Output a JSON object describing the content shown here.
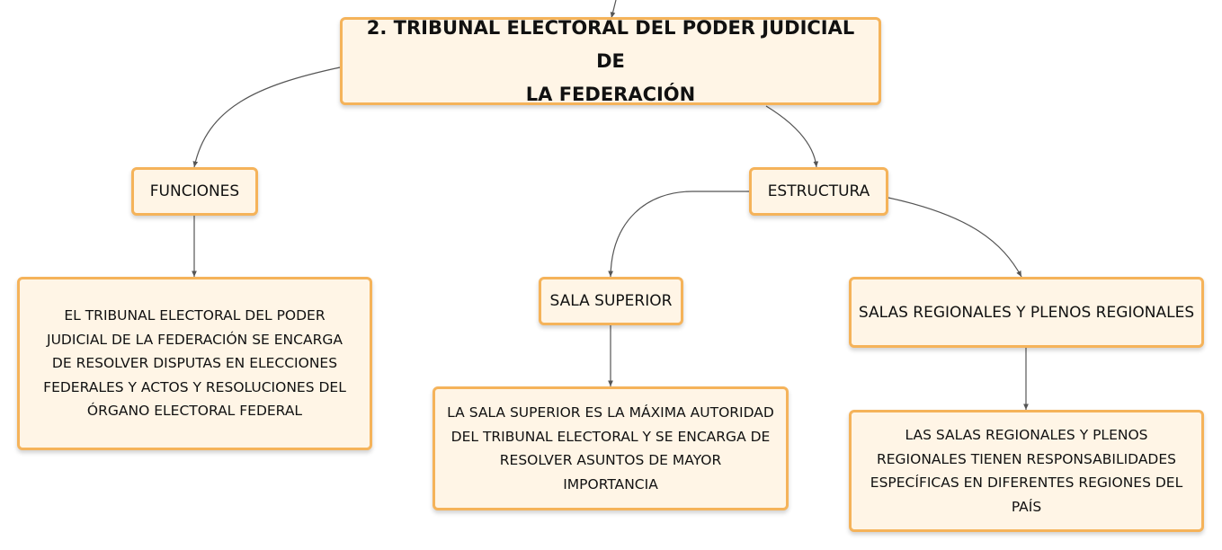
{
  "diagram": {
    "colors": {
      "node_fill": "#fff5e6",
      "node_border": "#f5b35a",
      "connector": "#555555"
    },
    "main": {
      "line1": "2. TRIBUNAL ELECTORAL DEL PODER JUDICIAL DE",
      "line2": "LA FEDERACIÓN"
    },
    "funciones": {
      "label": "FUNCIONES",
      "description_lines": [
        "EL TRIBUNAL ELECTORAL DEL PODER",
        "JUDICIAL DE LA FEDERACIÓN SE ENCARGA",
        "DE RESOLVER DISPUTAS EN ELECCIONES",
        "FEDERALES Y ACTOS Y RESOLUCIONES DEL",
        "ÓRGANO ELECTORAL FEDERAL"
      ]
    },
    "estructura": {
      "label": "ESTRUCTURA",
      "sala_superior": {
        "label": "SALA SUPERIOR",
        "description_lines": [
          "LA SALA SUPERIOR ES LA MÁXIMA AUTORIDAD",
          "DEL TRIBUNAL ELECTORAL Y SE ENCARGA DE",
          "RESOLVER ASUNTOS DE MAYOR",
          "IMPORTANCIA"
        ]
      },
      "salas_regionales": {
        "label": "SALAS REGIONALES Y PLENOS REGIONALES",
        "description_lines": [
          "LAS SALAS REGIONALES Y PLENOS",
          "REGIONALES TIENEN RESPONSABILIDADES",
          "ESPECÍFICAS EN DIFERENTES REGIONES DEL",
          "PAÍS"
        ]
      }
    }
  }
}
